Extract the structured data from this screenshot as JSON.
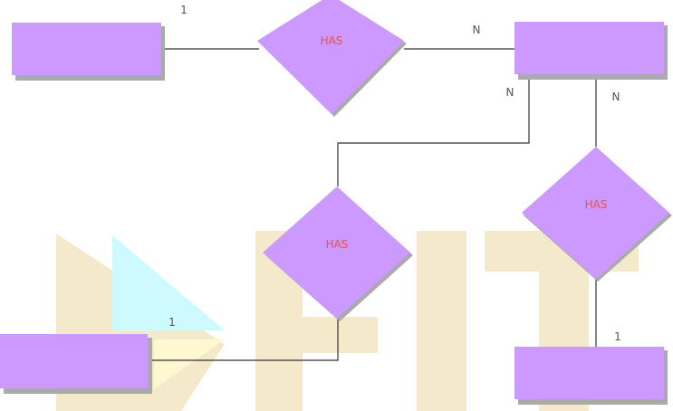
{
  "relationships": [
    {
      "label": "HAS"
    },
    {
      "label": "HAS"
    },
    {
      "label": "HAS"
    }
  ],
  "cardinalities": {
    "top_left_one": "1",
    "top_right_many": "N",
    "right_entity_left_many": "N",
    "right_entity_right_many": "N",
    "bottom_left_one": "1",
    "bottom_right_one": "1"
  },
  "colors": {
    "shape_fill": "#cc99ff",
    "shape_shadow": "#aaaaaa",
    "watermark": "#f5e9cc",
    "watermark_cyan": "#ccfaff"
  }
}
